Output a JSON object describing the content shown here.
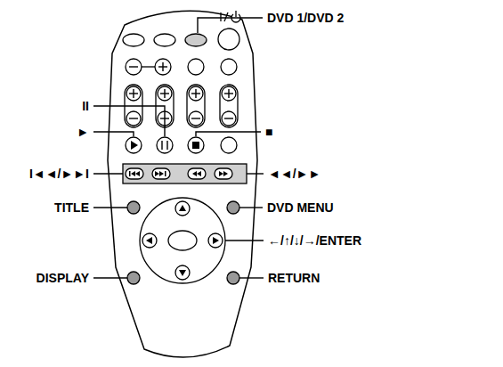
{
  "diagram": {
    "labels": [
      "DVD 1/DVD 2",
      "II",
      "►",
      "■",
      "I◄◄/►►I",
      "◄◄/►►",
      "TITLE",
      "DVD MENU",
      "←/↑/↓/→/ENTER",
      "DISPLAY",
      "RETURN"
    ]
  }
}
